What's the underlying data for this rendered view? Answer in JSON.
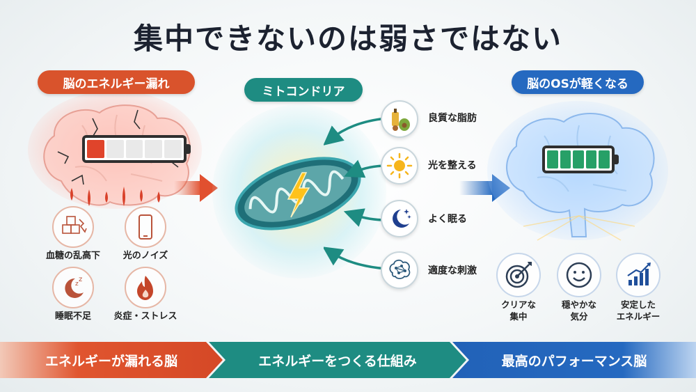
{
  "title": "集中できないのは弱さではない",
  "left": {
    "heading": "脳のエネルギー漏れ",
    "problems": [
      {
        "label": "血糖の乱高下",
        "icon": "sugar-cubes-icon"
      },
      {
        "label": "光のノイズ",
        "icon": "smartphone-icon"
      },
      {
        "label": "睡眠不足",
        "icon": "sleep-moon-icon"
      },
      {
        "label": "炎症・ストレス",
        "icon": "flame-icon"
      }
    ],
    "battery_level": 0.2
  },
  "center": {
    "heading": "ミトコンドリア",
    "inputs": [
      {
        "label": "良質な脂肪",
        "icon": "oil-avocado-nuts-icon"
      },
      {
        "label": "光を整える",
        "icon": "sun-icon"
      },
      {
        "label": "よく眠る",
        "icon": "moon-stars-icon"
      },
      {
        "label": "適度な刺激",
        "icon": "brain-network-icon"
      }
    ]
  },
  "right": {
    "heading": "脳のOSが軽くなる",
    "benefits": [
      {
        "line1": "クリアな",
        "line2": "集中",
        "icon": "target-icon"
      },
      {
        "line1": "穏やかな",
        "line2": "気分",
        "icon": "smile-icon"
      },
      {
        "line1": "安定した",
        "line2": "エネルギー",
        "icon": "growth-chart-icon"
      }
    ],
    "battery_level": 1.0
  },
  "banner": {
    "step1": "エネルギーが漏れる脳",
    "step2": "エネルギーをつくる仕組み",
    "step3": "最高のパフォーマンス脳"
  },
  "colors": {
    "left_accent": "#d9532c",
    "center_accent": "#1e8c82",
    "right_accent": "#2569c0"
  }
}
